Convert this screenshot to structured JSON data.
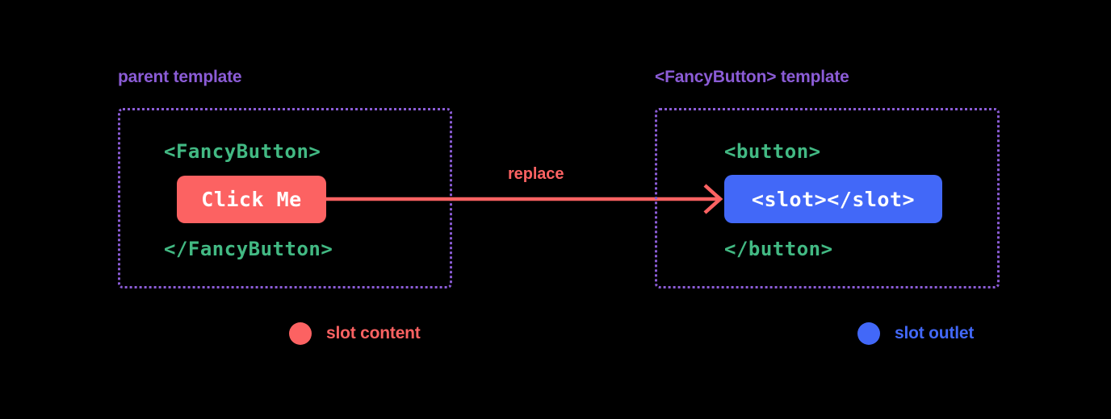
{
  "diagram": {
    "title_semantic": "vue-slot-content-replaces-slot-outlet",
    "background_color": "#000000",
    "colors": {
      "slot_content": "#fc6262",
      "slot_outlet": "#4268f8",
      "panel_border": "#8b5cd6",
      "code_text": "#42b983",
      "chip_text": "#ffffff"
    }
  },
  "panels": [
    {
      "id": "parent",
      "title": "parent template",
      "code_open": "<FancyButton>",
      "code_close": "</FancyButton>",
      "chip_label": "Click Me",
      "chip_role": "slot content"
    },
    {
      "id": "fancybutton",
      "title": "<FancyButton> template",
      "code_open": "<button>",
      "code_close": "</button>",
      "chip_label": "<slot></slot>",
      "chip_role": "slot outlet"
    }
  ],
  "arrow": {
    "label": "replace",
    "from": "Click Me",
    "to": "<slot></slot>",
    "color": "#fc6262",
    "head": "chevron-arrowhead"
  },
  "legend": {
    "items": [
      {
        "label": "slot content",
        "color": "#fc6262"
      },
      {
        "label": "slot outlet",
        "color": "#4268f8"
      }
    ]
  }
}
